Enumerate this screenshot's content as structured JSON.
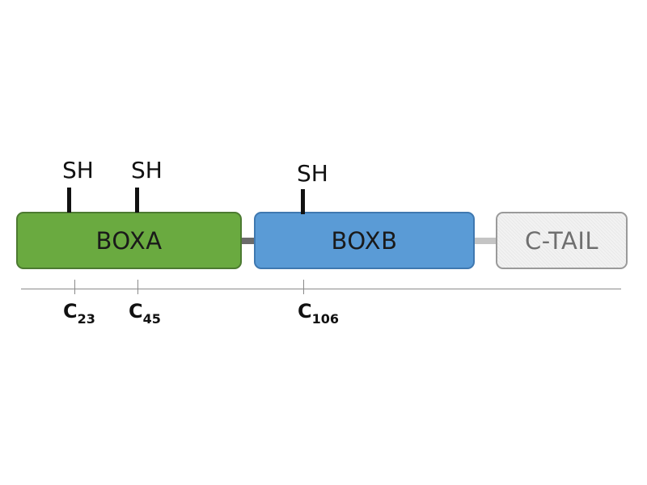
{
  "colors": {
    "boxa": "#6aaa40",
    "boxb": "#5a9bd6",
    "ctail": "#f2f2f2",
    "linker_dark": "#6b6b6b",
    "linker_light": "#c4c4c4"
  },
  "domains": [
    {
      "label": "BOXA"
    },
    {
      "label": "BOXB"
    },
    {
      "label": "C-TAIL"
    }
  ],
  "thiols": [
    {
      "label": "SH"
    },
    {
      "label": "SH"
    },
    {
      "label": "SH"
    }
  ],
  "cysteines": [
    {
      "letter": "C",
      "position": "23"
    },
    {
      "letter": "C",
      "position": "45"
    },
    {
      "letter": "C",
      "position": "106"
    }
  ]
}
